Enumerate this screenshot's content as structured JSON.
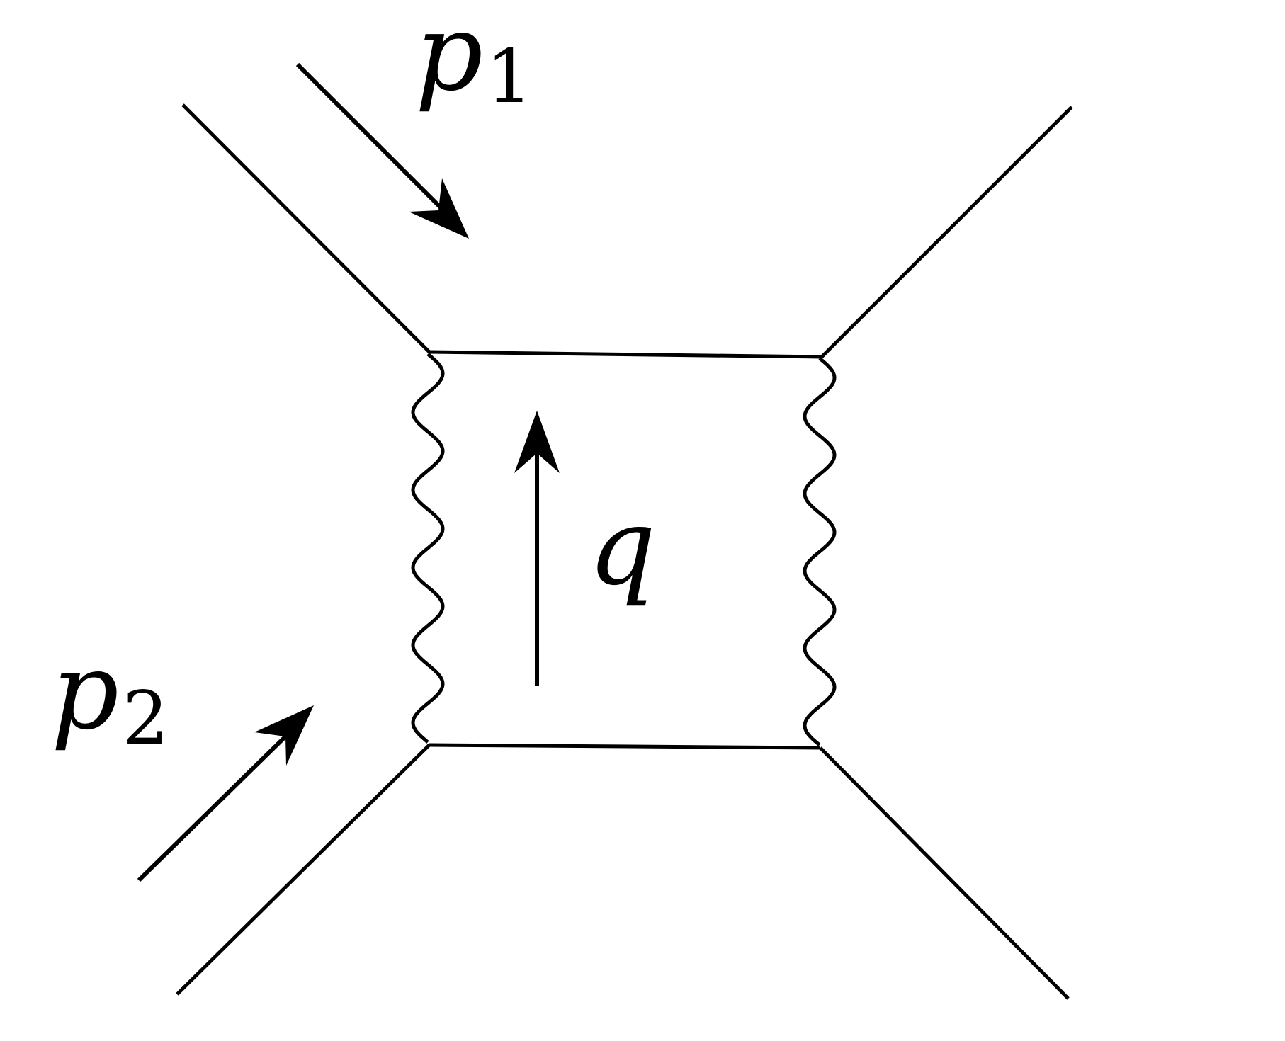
{
  "diagram": {
    "labels": {
      "p1": {
        "main": "p",
        "sub": "1"
      },
      "p2": {
        "main": "p",
        "sub": "2"
      },
      "q": {
        "main": "q"
      }
    },
    "colors": {
      "stroke": "#000000",
      "background": "#ffffff"
    }
  }
}
